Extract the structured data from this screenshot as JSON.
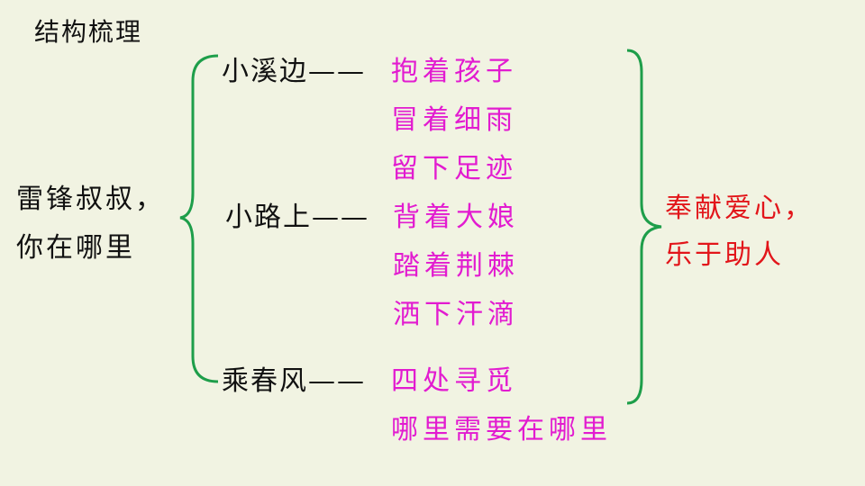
{
  "title": "结构梳理",
  "root": {
    "line1": "雷锋叔叔，",
    "line2": "你在哪里"
  },
  "branches": [
    {
      "label": "小溪边",
      "dash": "——",
      "items": [
        "抱着孩子",
        "冒着细雨",
        "留下足迹"
      ]
    },
    {
      "label": "小路上",
      "dash": "——",
      "items": [
        "背着大娘",
        "踏着荆棘",
        "洒下汗滴"
      ]
    },
    {
      "label": "乘春风",
      "dash": "——",
      "items": [
        "四处寻觅",
        "哪里需要在哪里"
      ]
    }
  ],
  "conclusion": {
    "line1": "奉献爱心，",
    "line2": "乐于助人"
  },
  "colors": {
    "background": "#f1f3e2",
    "brace": "#1e9e4a",
    "items": "#e21bd0",
    "conclusion": "#e2151a",
    "text": "#111111"
  }
}
